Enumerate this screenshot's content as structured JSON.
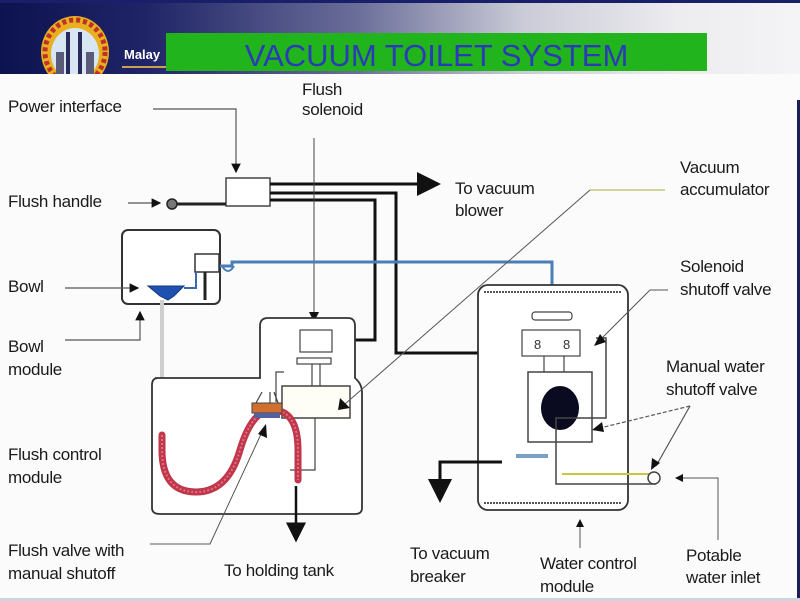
{
  "slide": {
    "org_text": "Malay",
    "title": "VACUUM TOILET SYSTEM",
    "colors": {
      "title_bar": "#22b41c",
      "title_text": "#2a3ab8",
      "header_dark": "#0d1350",
      "water_line": "#4a7fb5",
      "flush_hose": "#c0364a"
    }
  },
  "diagram": {
    "labels": {
      "power_interface": "Power interface",
      "flush_solenoid_1": "Flush",
      "flush_solenoid_2": "solenoid",
      "flush_handle": "Flush handle",
      "to_vacuum_blower_1": "To vacuum",
      "to_vacuum_blower_2": "blower",
      "vacuum_accumulator_1": "Vacuum",
      "vacuum_accumulator_2": "accumulator",
      "bowl": "Bowl",
      "solenoid_shutoff_1": "Solenoid",
      "solenoid_shutoff_2": "shutoff valve",
      "bowl_module_1": "Bowl",
      "bowl_module_2": "module",
      "manual_water_shutoff_1": "Manual water",
      "manual_water_shutoff_2": "shutoff valve",
      "flush_control_module_1": "Flush control",
      "flush_control_module_2": "module",
      "flush_valve_1": "Flush valve with",
      "flush_valve_2": "manual shutoff",
      "to_holding_tank": "To holding tank",
      "to_vacuum_breaker_1": "To vacuum",
      "to_vacuum_breaker_2": "breaker",
      "water_control_module_1": "Water control",
      "water_control_module_2": "module",
      "potable_water_inlet_1": "Potable",
      "potable_water_inlet_2": "water inlet"
    }
  }
}
